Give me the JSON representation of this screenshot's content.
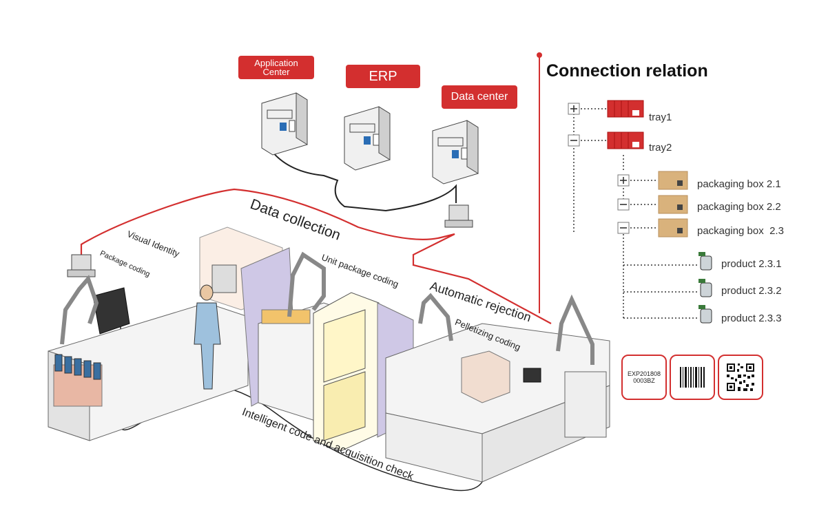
{
  "servers": {
    "app_center_label": "Application Center",
    "erp_label": "ERP",
    "data_center_label": "Data center"
  },
  "flow_labels": {
    "data_collection": "Data collection",
    "visual_identity": "Visual Identity",
    "package_coding": "Package coding",
    "unit_package_coding": "Unit package coding",
    "automatic_rejection": "Automatic rejection",
    "pelletizing_coding": "Pelletizing coding",
    "intelligent_check": "Intelligent code and acquisition check"
  },
  "connection": {
    "title": "Connection relation",
    "tray1": "tray1",
    "tray2": "tray2",
    "boxes": [
      "packaging box 2.1",
      "packaging box 2.2",
      "packaging box  2.3"
    ],
    "products": [
      "product 2.3.1",
      "product 2.3.2",
      "product 2.3.3"
    ]
  },
  "codes": {
    "text_code": "EXP201808\n0003BZ"
  },
  "colors": {
    "accent": "#d32f2f",
    "box": "#d9b27c",
    "line": "#333333"
  }
}
